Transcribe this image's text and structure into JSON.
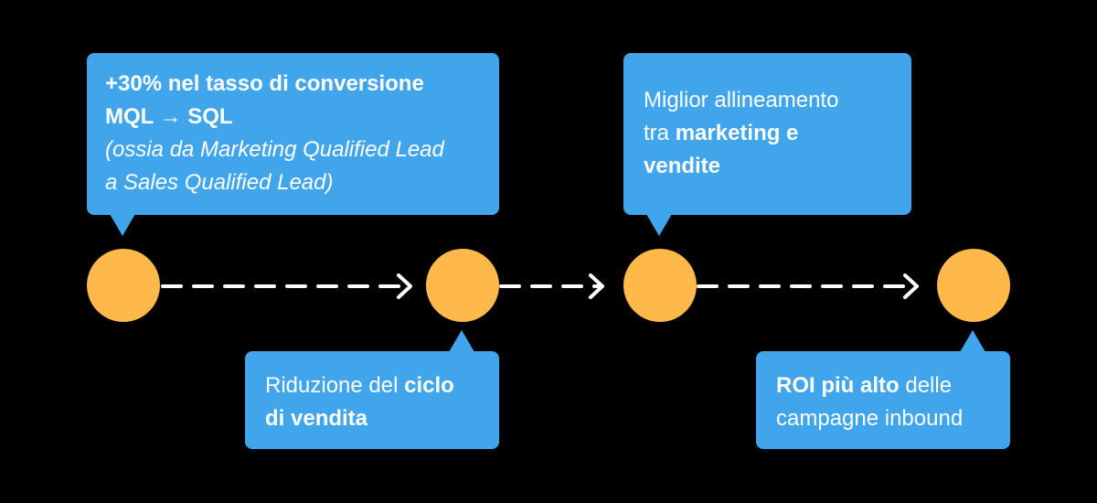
{
  "colors": {
    "background": "#000000",
    "bubble": "#41a5ec",
    "node": "#ffb94a",
    "connector": "#ffffff",
    "text": "#ffffff"
  },
  "callouts": {
    "conversion": {
      "line1": "+30% nel tasso di conversione",
      "line2": "MQL → SQL",
      "line3": "(ossia da Marketing Qualified Lead",
      "line4": "a Sales Qualified Lead)"
    },
    "cycle": {
      "text_regular": "Riduzione del ",
      "text_bold_1": "ciclo",
      "text_bold_2": "di vendita"
    },
    "alignment": {
      "line1": "Miglior allineamento",
      "line2_regular": "tra ",
      "line2_bold": "marketing e",
      "line3_bold": "vendite"
    },
    "roi": {
      "line1_bold": "ROI più alto",
      "line1_regular": " delle",
      "line2": "campagne inbound"
    }
  },
  "timeline": {
    "node_count": 4,
    "connector_style": "dashed-arrow",
    "icons": [
      "circle-node",
      "dashed-arrow-connector"
    ]
  }
}
